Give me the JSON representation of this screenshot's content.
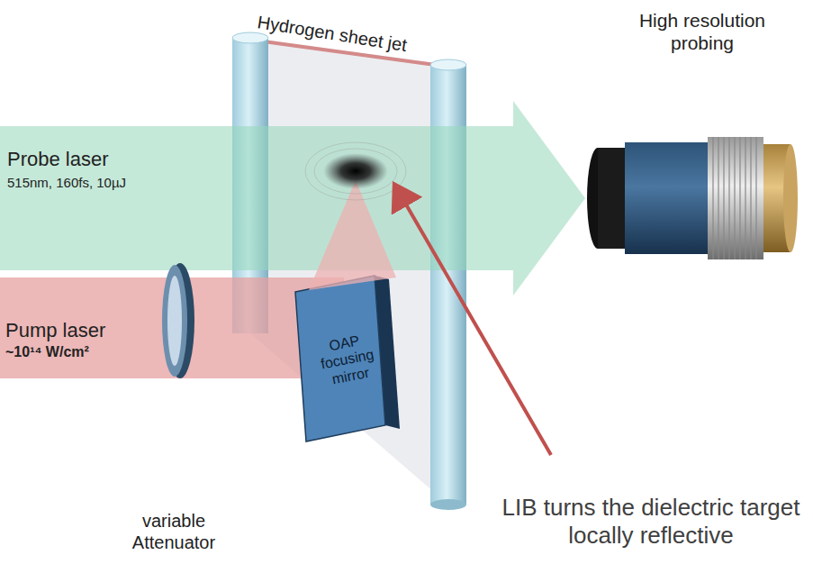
{
  "diagram": {
    "nodes": [
      {
        "text": [
          "Probe laser",
          "515nm, 160fs, 10µJ"
        ]
      },
      {
        "text": [
          "Pump laser",
          "~10¹⁴ W/cm²"
        ]
      },
      {
        "text": [
          "OAP focusing mirror"
        ]
      }
    ],
    "labels": [
      "Hydrogen sheet jet",
      "High resolution probing",
      "LIB turns the dielectric target locally reflective",
      "variable Attenuator"
    ]
  }
}
